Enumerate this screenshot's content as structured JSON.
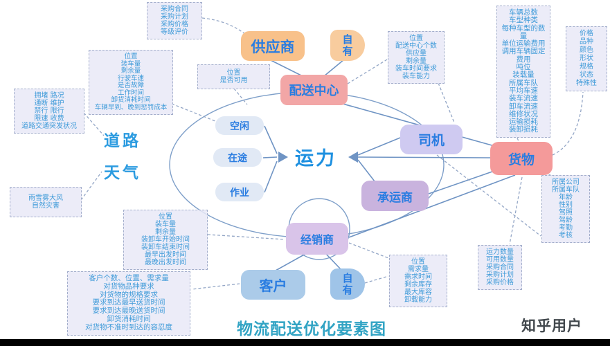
{
  "title": "物流配送优化要素图",
  "watermark": "知乎用户",
  "nodes": {
    "supplier": "供应商",
    "own_top": "自有",
    "distribution_center": "配送中心",
    "driver": "司机",
    "carrier": "承运商",
    "goods": "货物",
    "dealer": "经销商",
    "customer": "客户",
    "own_bottom": "自有",
    "capacity": "运力",
    "idle": "空闲",
    "in_transit": "在途",
    "working": "作业",
    "road": "道路",
    "weather": "天气"
  },
  "boxes": {
    "procurement": [
      "采购合同",
      "采购计划",
      "采购价格",
      "等级评价"
    ],
    "vehicle_status": [
      "位置",
      "装车量",
      "剩余量",
      "行驶车速",
      "是否故障",
      "工作时间",
      "卸货消耗时间",
      "车辆早到、晚到惩罚成本"
    ],
    "road_conditions": [
      "拥堵 路况",
      "通断 维护",
      "禁行 限行",
      "限速 收费",
      "道路交通突发状况"
    ],
    "weather_conditions": [
      "雨雪雾大风",
      "自然灾害"
    ],
    "availability": [
      "位置",
      "是否可用"
    ],
    "dc_attrs": [
      "位置",
      "配送中心个数",
      "供应量",
      "剩余量",
      "装车时间要求",
      "装车能力"
    ],
    "vehicle_attrs": [
      "车辆总数",
      "车型种类",
      "每种车型的数量",
      "单位运输费用",
      "调用车辆固定费用",
      "吨位",
      "装载量",
      "所属车队",
      "平均车速",
      "装车流速",
      "卸车流速",
      "维修状况",
      "运输损耗",
      "装卸损耗"
    ],
    "goods_attrs": [
      "价格",
      "品种",
      "颜色",
      "形状",
      "规格",
      "状态",
      "特殊性"
    ],
    "driver_attrs": [
      "所属公司",
      "所属车队",
      "年龄",
      "性别",
      "驾照",
      "驾龄",
      "考勤",
      "考核"
    ],
    "carrier_attrs": [
      "运力数量",
      "可用数量",
      "采购合同",
      "采购计划",
      "采购价格"
    ],
    "dealer_demand": [
      "位置",
      "需求量",
      "需求时间",
      "剩余库存",
      "最大库容",
      "卸载能力"
    ],
    "dealer_dispatch": [
      "位置",
      "装车量",
      "剩余量",
      "装卸车开始时间",
      "装卸车结束时间",
      "最早出发时间",
      "最晚出发时间"
    ],
    "customer_reqs": [
      "客户个数、位置、需求量",
      "对货物品种要求",
      "对货物的规格要求",
      "要求到达最早送货时间",
      "要求到达最晚送货时间",
      "卸货消耗时间",
      "对货物不准时到达的容忍度"
    ]
  },
  "colors": {
    "supplier_fill": "#f8c18a",
    "own_top_fill": "#f8cc9e",
    "distribution_center_fill": "#f2a6a6",
    "driver_fill": "#cfcaf1",
    "carrier_fill": "#c9b3de",
    "goods_fill": "#f49a9a",
    "dealer_fill": "#d9c4e9",
    "customer_fill": "#abcbe9",
    "own_bottom_fill": "#9fc4e8",
    "pill_fill": "#e1e9f5",
    "node_text": "#2a7de1",
    "box_text": "#3f9bd9",
    "line": "#6f94c4",
    "title_text": "#32a4c4"
  }
}
